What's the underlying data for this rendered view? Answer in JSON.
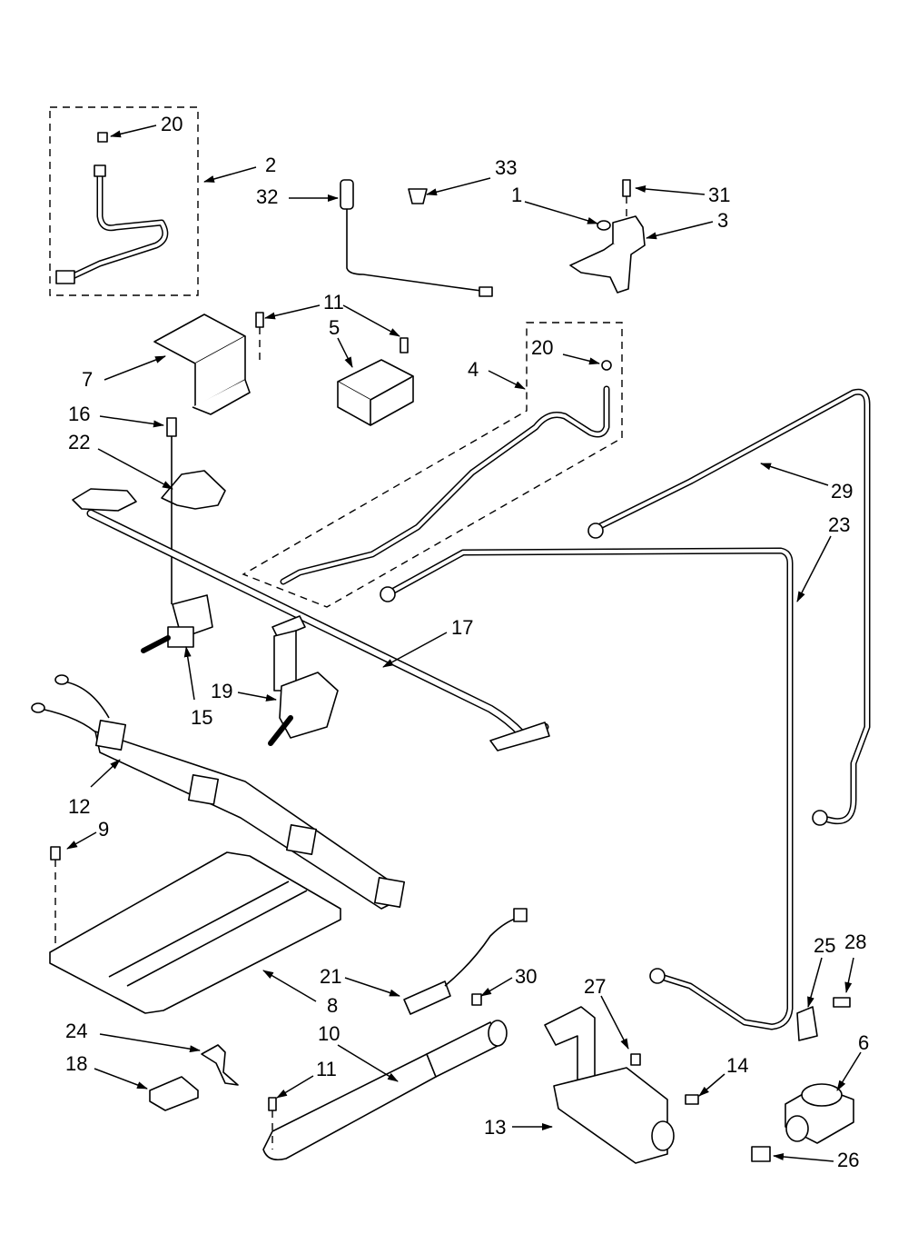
{
  "callouts": [
    {
      "label": "20"
    },
    {
      "label": "2"
    },
    {
      "label": "32"
    },
    {
      "label": "33"
    },
    {
      "label": "1"
    },
    {
      "label": "31"
    },
    {
      "label": "3"
    },
    {
      "label": "11"
    },
    {
      "label": "5"
    },
    {
      "label": "7"
    },
    {
      "label": "20"
    },
    {
      "label": "4"
    },
    {
      "label": "16"
    },
    {
      "label": "22"
    },
    {
      "label": "29"
    },
    {
      "label": "23"
    },
    {
      "label": "17"
    },
    {
      "label": "19"
    },
    {
      "label": "15"
    },
    {
      "label": "12"
    },
    {
      "label": "9"
    },
    {
      "label": "25"
    },
    {
      "label": "28"
    },
    {
      "label": "21"
    },
    {
      "label": "30"
    },
    {
      "label": "8"
    },
    {
      "label": "27"
    },
    {
      "label": "10"
    },
    {
      "label": "24"
    },
    {
      "label": "6"
    },
    {
      "label": "18"
    },
    {
      "label": "11"
    },
    {
      "label": "14"
    },
    {
      "label": "13"
    },
    {
      "label": "26"
    }
  ]
}
